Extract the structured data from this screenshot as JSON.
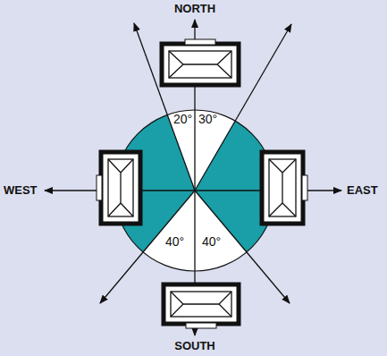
{
  "diagram": {
    "labels": [
      "NORTH",
      "WEST",
      "EAST",
      "SOUTH",
      "20°",
      "30°",
      "40°",
      "40°"
    ]
  }
}
